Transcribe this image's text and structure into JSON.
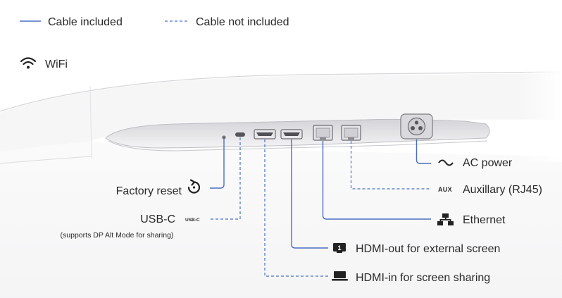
{
  "legend": {
    "included_label": "Cable included",
    "not_included_label": "Cable not included",
    "line_color": "#4a6fc4"
  },
  "wifi": {
    "label": "WiFi",
    "icon": "wifi-icon"
  },
  "ports": {
    "ac_power": {
      "label": "AC power",
      "icon": "tilde-icon",
      "cable_included": true
    },
    "aux": {
      "badge": "AUX",
      "label": "Auxillary (RJ45)",
      "cable_included": false
    },
    "ethernet": {
      "label": "Ethernet",
      "icon": "network-icon",
      "cable_included": true
    },
    "hdmi_out": {
      "label": "HDMI-out for external screen",
      "icon": "monitor-1-icon",
      "cable_included": true
    },
    "hdmi_in": {
      "label": "HDMI-in for screen sharing",
      "icon": "laptop-icon",
      "cable_included": false
    },
    "factory_reset": {
      "label": "Factory reset",
      "icon": "reset-icon",
      "cable_included": true
    },
    "usb_c": {
      "label": "USB-C",
      "badge": "USB-C",
      "note": "(supports DP Alt Mode for sharing)",
      "cable_included": false
    }
  }
}
